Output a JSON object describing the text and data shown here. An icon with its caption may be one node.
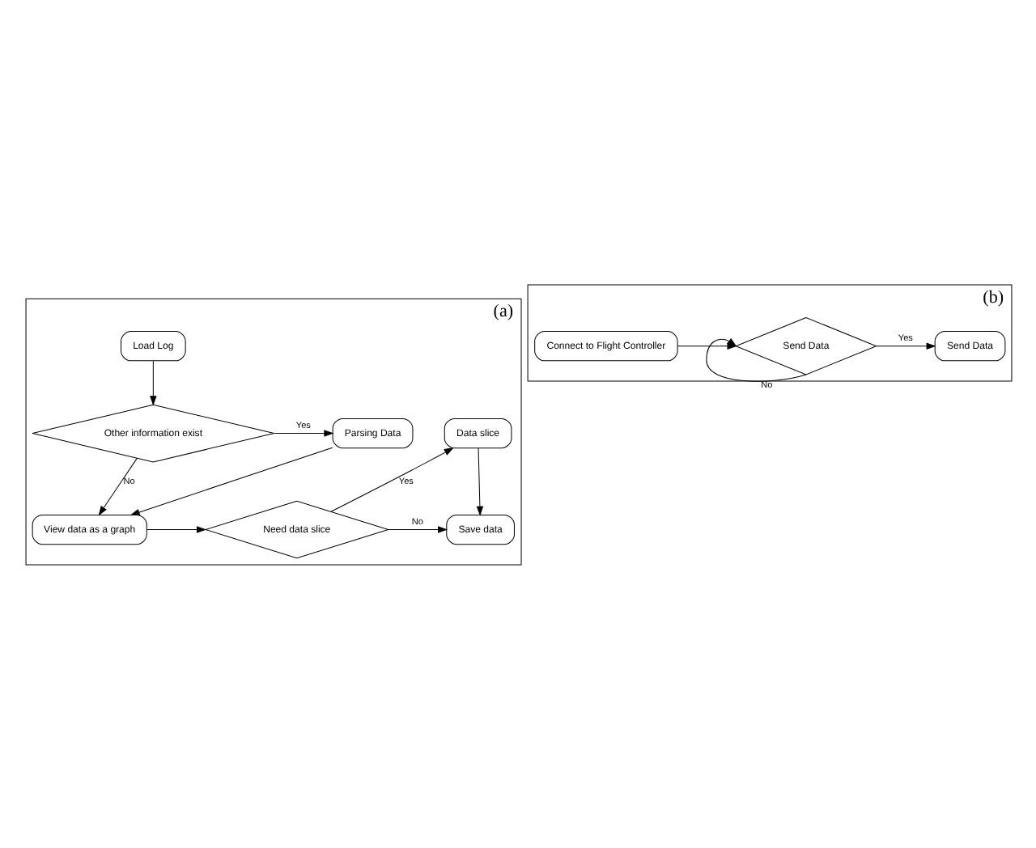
{
  "diagram": {
    "nodes": [
      {
        "text": [
          "(a)"
        ]
      },
      {
        "text": [
          "Load Log"
        ],
        "in": 0
      },
      {
        "text": [
          "Other information exist"
        ],
        "in": 0
      },
      {
        "text": [
          "Parsing Data"
        ],
        "in": 0
      },
      {
        "text": [
          "View data as a graph"
        ],
        "in": 0
      },
      {
        "text": [
          "Data slice"
        ],
        "in": 0
      },
      {
        "text": [
          "Need data slice"
        ],
        "in": 0
      },
      {
        "text": [
          "Save data"
        ],
        "in": 0
      },
      {
        "text": [
          "(b)"
        ]
      },
      {
        "text": [
          "Connect to Flight Controller"
        ],
        "in": 8
      },
      {
        "text": [
          "Send Data"
        ],
        "in": 8
      },
      {
        "text": [
          "Send Data"
        ],
        "in": 8
      }
    ],
    "edges": [
      {
        "from": 1,
        "to": 2,
        "arrow": "to"
      },
      {
        "from": 2,
        "to": 3,
        "arrow": "to",
        "label": "Yes"
      },
      {
        "from": 2,
        "to": 4,
        "arrow": "to",
        "label": "No"
      },
      {
        "from": 3,
        "to": 4,
        "arrow": "to"
      },
      {
        "from": 4,
        "to": 6,
        "arrow": "to"
      },
      {
        "from": 6,
        "to": 5,
        "arrow": "to",
        "label": "Yes"
      },
      {
        "from": 6,
        "to": 7,
        "arrow": "to",
        "label": "No"
      },
      {
        "from": 5,
        "to": 7,
        "arrow": "to"
      },
      {
        "from": 9,
        "to": 10,
        "arrow": "to"
      },
      {
        "from": 10,
        "to": 10,
        "arrow": "to",
        "label": "No"
      },
      {
        "from": 10,
        "to": 11,
        "arrow": "to",
        "label": "Yes"
      }
    ]
  }
}
